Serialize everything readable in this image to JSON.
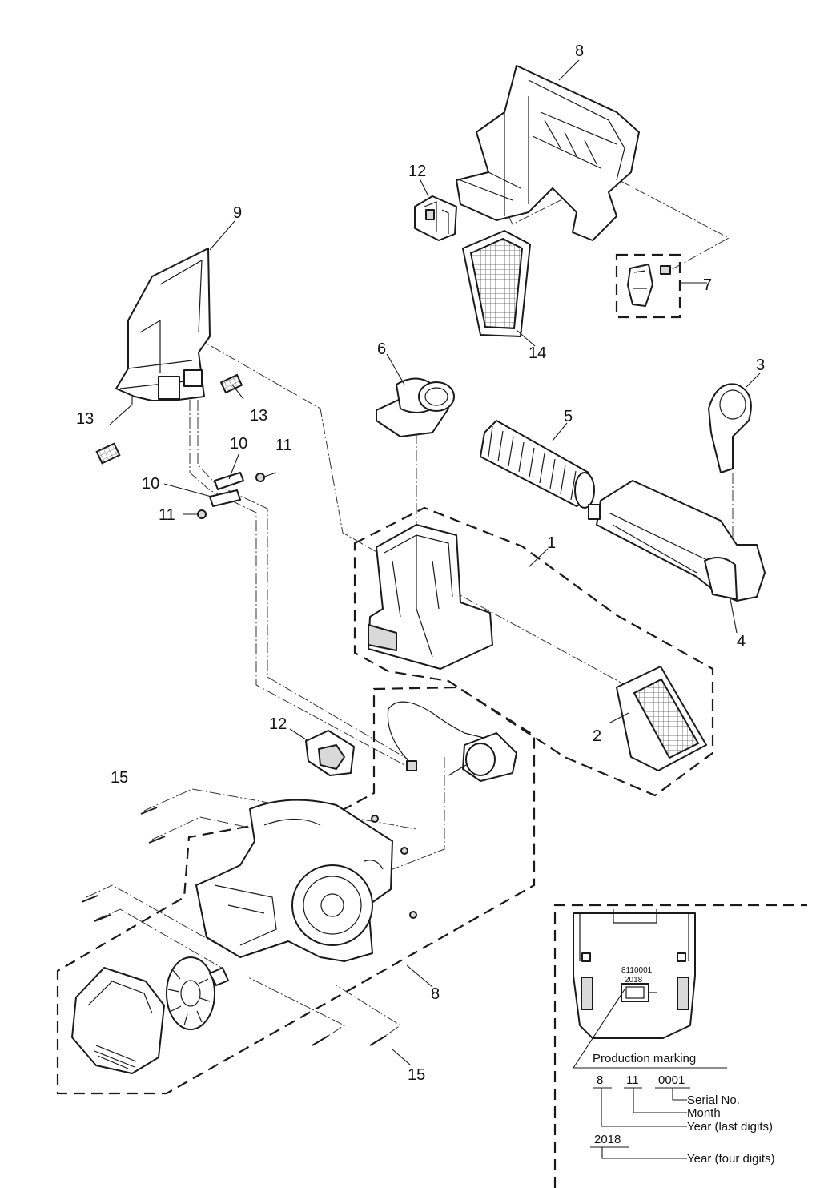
{
  "callouts": {
    "c1": "1",
    "c2": "2",
    "c3": "3",
    "c4": "4",
    "c5": "5",
    "c6": "6",
    "c7": "7",
    "c8_top": "8",
    "c8_bottom": "8",
    "c9": "9",
    "c10_a": "10",
    "c10_b": "10",
    "c11_a": "11",
    "c11_b": "11",
    "c12_top": "12",
    "c12_mid": "12",
    "c13_a": "13",
    "c13_b": "13",
    "c14": "14",
    "c15_a": "15",
    "c15_b": "15"
  },
  "inset": {
    "label_code": "8110001",
    "label_year": "2018",
    "title": "Production marking",
    "digits_year_last": "8",
    "digits_month": "11",
    "digits_serial": "0001",
    "serial_label": "Serial No.",
    "month_label": "Month",
    "year_last_label": "Year (last digits)",
    "year_full": "2018",
    "year_full_label": "Year (four digits)"
  }
}
